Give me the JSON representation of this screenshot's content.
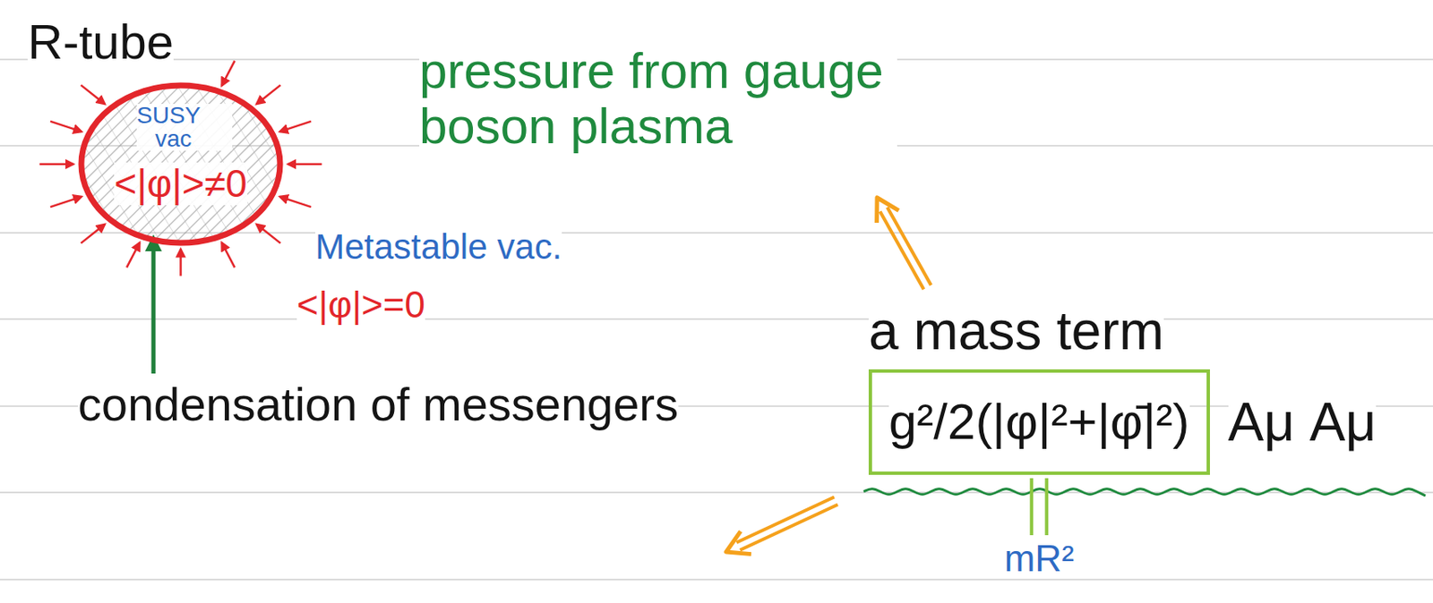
{
  "diagram": {
    "nodes": [
      {
        "text": [
          "R-tube",
          "SUSY vac",
          "<|φ|>≠0"
        ]
      },
      {
        "text": [
          "g²/2(|φ|²+|φ̄|²)"
        ]
      }
    ],
    "labels": [
      "pressure from gauge boson plasma",
      "Metastable vac.",
      "<|φ|>=0",
      "condensation of messengers",
      "a mass term",
      "Aμ Aμ",
      "mR²"
    ]
  }
}
